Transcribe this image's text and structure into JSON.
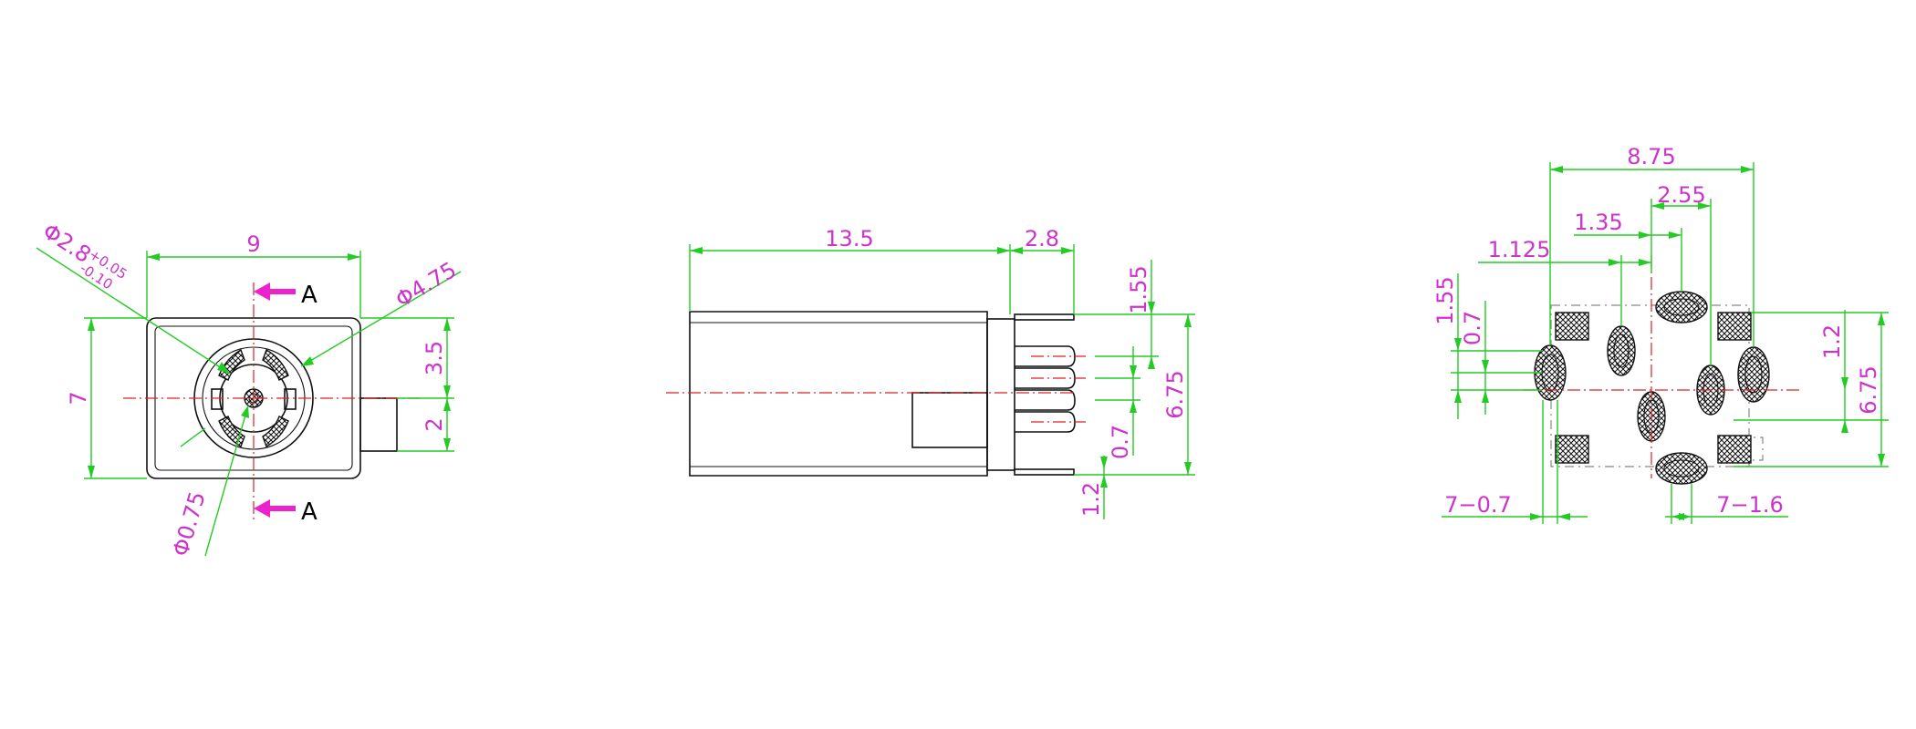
{
  "colors": {
    "outline": "#111111",
    "dimension": "#22cc22",
    "dimension_text": "#cc33cc",
    "centerline": "#e02020",
    "section_arrow": "#ee22cc"
  },
  "front_view": {
    "width": "9",
    "height": "7",
    "pin_hole": "Φ2.8",
    "pin_hole_tol_upper": "+0.05",
    "pin_hole_tol_lower": "-0.10",
    "outer_ring": "Φ4.75",
    "center_pin": "Φ0.75",
    "tab_upper": "3.5",
    "tab_lower": "2",
    "section_mark_top": "A",
    "section_mark_bottom": "A"
  },
  "side_view": {
    "body_length": "13.5",
    "pin_length": "2.8",
    "top_offset": "1.55",
    "overall_height": "6.75",
    "pin_gap": "0.7",
    "bottom_offset": "1.2"
  },
  "footprint_view": {
    "overall_width": "8.75",
    "pin_spacing_a": "2.55",
    "pin_spacing_b": "1.35",
    "pin_spacing_c": "1.125",
    "vert_offset_a": "1.55",
    "vert_offset_b": "0.7",
    "right_offset": "1.2",
    "overall_height": "6.75",
    "slot_width_note": "7−0.7",
    "slot_length_note": "7−1.6"
  }
}
